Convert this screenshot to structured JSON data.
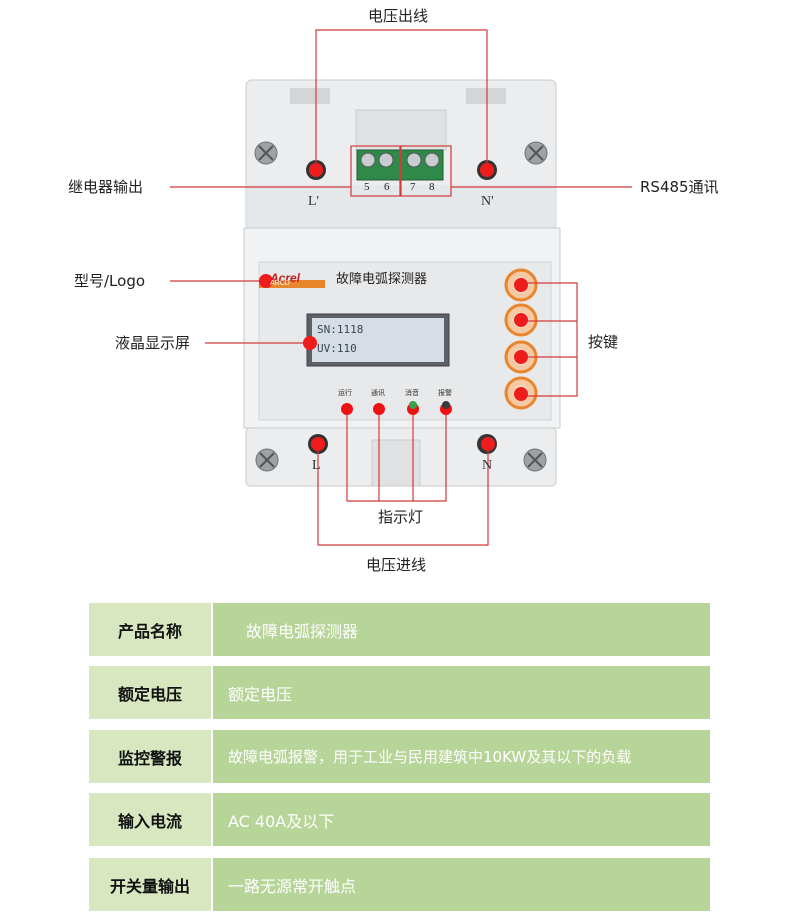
{
  "callouts": {
    "voltage_out": "电压出线",
    "relay_out": "继电器输出",
    "rs485": "RS485通讯",
    "model_logo": "型号/Logo",
    "lcd": "液晶显示屏",
    "buttons": "按键",
    "indicators": "指示灯",
    "voltage_in": "电压进线"
  },
  "device": {
    "brand": "Acrel",
    "model": "ARCD",
    "name": "故障电弧探测器",
    "lcd_line1": "SN:1118",
    "lcd_line2": "UV:110",
    "terminals": [
      "5",
      "6",
      "7",
      "8"
    ],
    "top_left_mark": "L'",
    "top_right_mark": "N'",
    "bottom_left_mark": "L",
    "bottom_right_mark": "N",
    "indicator_labels": [
      "运行",
      "通讯",
      "消音",
      "报警"
    ]
  },
  "specs": [
    {
      "key": "产品名称",
      "value": "故障电弧探测器"
    },
    {
      "key": "额定电压",
      "value": "额定电压"
    },
    {
      "key": "监控警报",
      "value": "故障电弧报警，用于工业与民用建筑中10KW及其以下的负载"
    },
    {
      "key": "输入电流",
      "value": "AC 40A及以下"
    },
    {
      "key": "开关量输出",
      "value": "一路无源常开触点"
    }
  ],
  "colors": {
    "callout_line": "#d23a3a",
    "marker": "#ee1c1c",
    "spec_key_bg": "#d8e7c0",
    "spec_val_bg": "#b7d598",
    "button_ring": "#e8862d"
  }
}
